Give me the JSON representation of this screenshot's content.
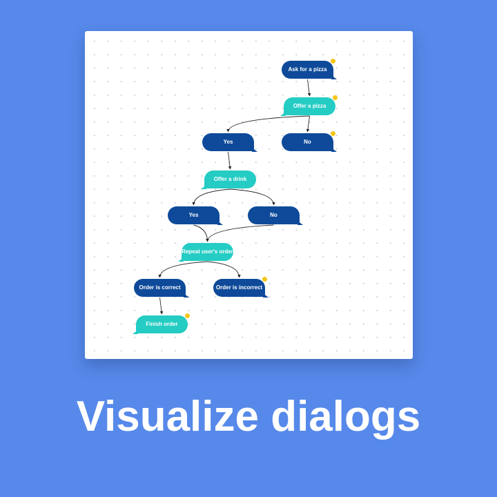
{
  "headline": "Visualize dialogs",
  "colors": {
    "background": "#5689ea",
    "user_node": "#0e4a99",
    "bot_node": "#24ccc4",
    "status_dot": "#f5c518"
  },
  "nodes": [
    {
      "id": "ask-pizza",
      "label": "Ask for a pizza",
      "kind": "user",
      "status_dot": true
    },
    {
      "id": "offer-pizza",
      "label": "Offer a pizza",
      "kind": "bot",
      "status_dot": true
    },
    {
      "id": "yes-1",
      "label": "Yes",
      "kind": "user",
      "status_dot": false
    },
    {
      "id": "no-1",
      "label": "No",
      "kind": "user",
      "status_dot": true
    },
    {
      "id": "offer-drink",
      "label": "Offer a drink",
      "kind": "bot",
      "status_dot": false
    },
    {
      "id": "yes-2",
      "label": "Yes",
      "kind": "user",
      "status_dot": false
    },
    {
      "id": "no-2",
      "label": "No",
      "kind": "user",
      "status_dot": false
    },
    {
      "id": "repeat-order",
      "label": "Repeat user's order",
      "kind": "bot",
      "status_dot": false
    },
    {
      "id": "order-correct",
      "label": "Order is correct",
      "kind": "user",
      "status_dot": false
    },
    {
      "id": "order-incorrect",
      "label": "Order is incorrect",
      "kind": "user",
      "status_dot": true
    },
    {
      "id": "finish-order",
      "label": "Finish order",
      "kind": "bot",
      "status_dot": true
    }
  ],
  "edges": [
    {
      "from": "ask-pizza",
      "to": "offer-pizza"
    },
    {
      "from": "offer-pizza",
      "to": "yes-1"
    },
    {
      "from": "offer-pizza",
      "to": "no-1"
    },
    {
      "from": "yes-1",
      "to": "offer-drink"
    },
    {
      "from": "offer-drink",
      "to": "yes-2"
    },
    {
      "from": "offer-drink",
      "to": "no-2"
    },
    {
      "from": "yes-2",
      "to": "repeat-order"
    },
    {
      "from": "no-2",
      "to": "repeat-order"
    },
    {
      "from": "repeat-order",
      "to": "order-correct"
    },
    {
      "from": "repeat-order",
      "to": "order-incorrect"
    },
    {
      "from": "order-correct",
      "to": "finish-order"
    }
  ]
}
